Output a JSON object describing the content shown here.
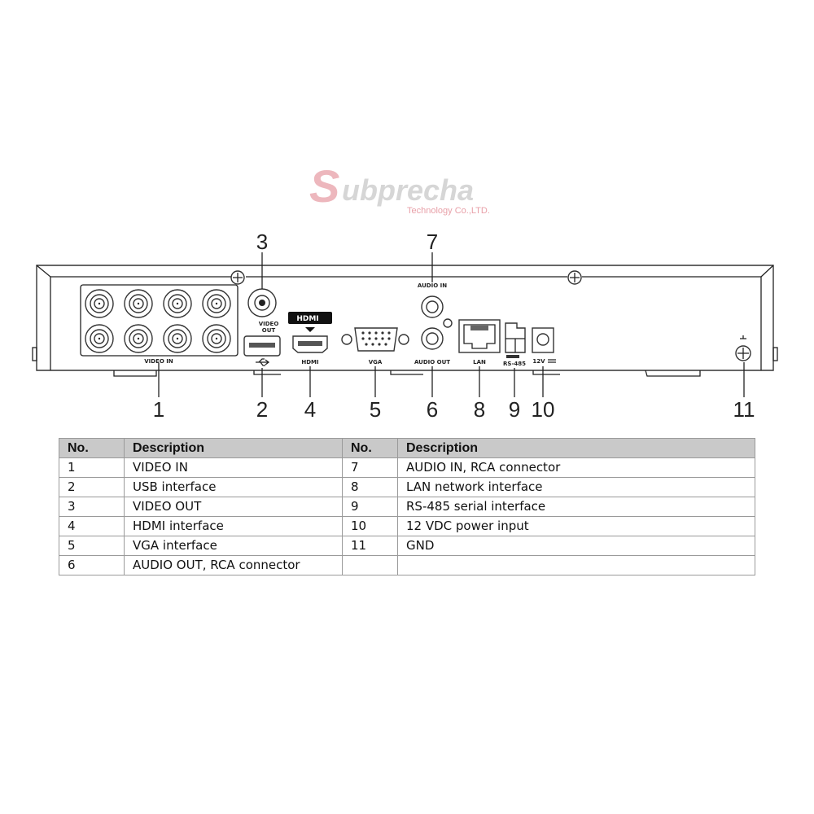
{
  "panel_labels": {
    "video_in": "VIDEO IN",
    "video_out_1": "VIDEO",
    "video_out_2": "OUT",
    "hdmi_logo": "HDMI",
    "hdmi": "HDMI",
    "vga": "VGA",
    "audio_in": "AUDIO IN",
    "audio_out": "AUDIO OUT",
    "lan": "LAN",
    "rs485": "RS-485",
    "power": "12V"
  },
  "callouts": [
    "1",
    "2",
    "3",
    "4",
    "5",
    "6",
    "7",
    "8",
    "9",
    "10",
    "11"
  ],
  "watermark": {
    "brand": "Subprecha",
    "tagline": "Technology Co.,LTD.",
    "color": "#e8a0a8"
  },
  "table": {
    "headers": [
      "No.",
      "Description",
      "No.",
      "Description"
    ],
    "rows": [
      [
        "1",
        "VIDEO IN",
        "7",
        "AUDIO IN, RCA connector"
      ],
      [
        "2",
        "USB interface",
        "8",
        "LAN network interface"
      ],
      [
        "3",
        "VIDEO OUT",
        "9",
        "RS-485 serial interface"
      ],
      [
        "4",
        "HDMI interface",
        "10",
        "12 VDC power input"
      ],
      [
        "5",
        "VGA interface",
        "11",
        "GND"
      ],
      [
        "6",
        "AUDIO OUT, RCA connector",
        "",
        ""
      ]
    ],
    "header_bg": "#c9c9c9"
  }
}
